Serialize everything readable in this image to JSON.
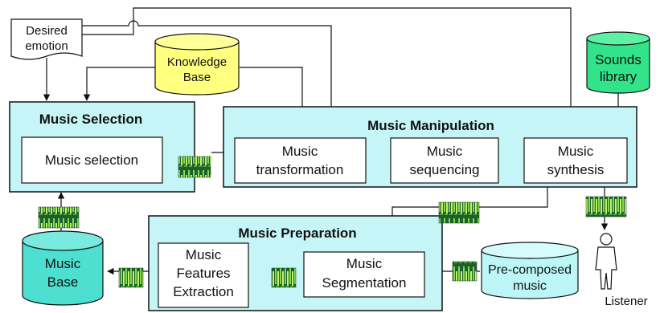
{
  "inputs": {
    "desired_emotion": [
      "Desired",
      "emotion"
    ],
    "knowledge_base": [
      "Knowledge",
      "Base"
    ],
    "sounds_library": [
      "Sounds",
      "library"
    ],
    "pre_composed_music": [
      "Pre-composed",
      "music"
    ]
  },
  "modules": {
    "selection": {
      "title": "Music Selection",
      "box": "Music selection"
    },
    "manipulation": {
      "title": "Music Manipulation",
      "transformation": [
        "Music",
        "transformation"
      ],
      "sequencing": [
        "Music",
        "sequencing"
      ],
      "synthesis": [
        "Music",
        "synthesis"
      ]
    },
    "preparation": {
      "title": "Music Preparation",
      "segmentation": [
        "Music",
        "Segmentation"
      ],
      "features": [
        "Music",
        "Features",
        "Extraction"
      ]
    }
  },
  "storage": {
    "music_base": [
      "Music",
      "Base"
    ]
  },
  "output": {
    "listener": "Listener"
  },
  "colors": {
    "module_fill": "#c6f5f8",
    "cylinder_cyan": "#4ddfcf",
    "cylinder_cyan_light": "#bdf6f6",
    "cylinder_yellow": "#ffff80",
    "cylinder_green": "#33e38a",
    "stroke": "#111111"
  },
  "icons": [
    "music-spectrogram-icon",
    "listener-person-icon"
  ]
}
